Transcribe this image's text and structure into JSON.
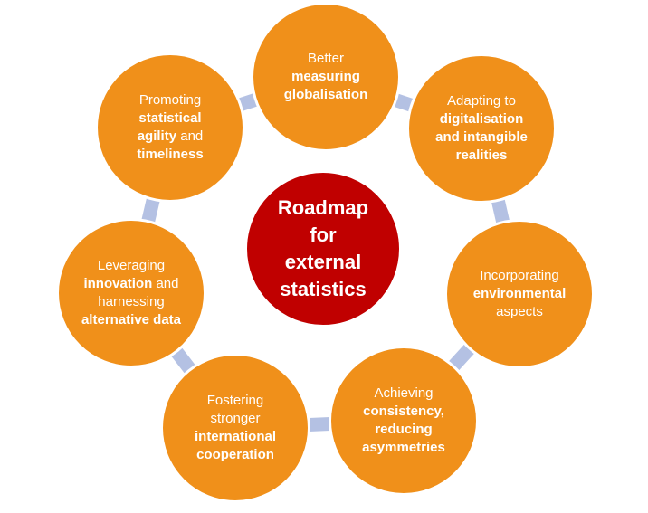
{
  "colors": {
    "node_fill": "#f0901a",
    "center_fill": "#c00000",
    "connector": "#b4c1e3",
    "text": "#ffffff"
  },
  "center": {
    "lines": [
      "Roadmap",
      "for",
      "external",
      "statistics"
    ]
  },
  "nodes": [
    {
      "id": "measuring-globalisation",
      "parts": [
        {
          "t": "Better",
          "b": false,
          "br": true
        },
        {
          "t": "measuring",
          "b": true,
          "br": true
        },
        {
          "t": "globalisation",
          "b": true
        }
      ]
    },
    {
      "id": "digitalisation",
      "parts": [
        {
          "t": "Adapting to",
          "b": false,
          "br": true
        },
        {
          "t": "digitalisation",
          "b": true,
          "br": true
        },
        {
          "t": "and intangible",
          "b": true,
          "br": true
        },
        {
          "t": "realities",
          "b": true
        }
      ]
    },
    {
      "id": "environmental",
      "parts": [
        {
          "t": "Incorporating",
          "b": false,
          "br": true
        },
        {
          "t": "environmental",
          "b": true,
          "br": true
        },
        {
          "t": "aspects",
          "b": false
        }
      ]
    },
    {
      "id": "consistency",
      "parts": [
        {
          "t": "Achieving",
          "b": false,
          "br": true
        },
        {
          "t": "consistency,",
          "b": true,
          "br": true
        },
        {
          "t": "reducing",
          "b": true,
          "br": true
        },
        {
          "t": "asymmetries",
          "b": true
        }
      ]
    },
    {
      "id": "international-cooperation",
      "parts": [
        {
          "t": "Fostering",
          "b": false,
          "br": true
        },
        {
          "t": "stronger",
          "b": false,
          "br": true
        },
        {
          "t": "international",
          "b": true,
          "br": true
        },
        {
          "t": "cooperation",
          "b": true
        }
      ]
    },
    {
      "id": "innovation",
      "parts": [
        {
          "t": "Leveraging",
          "b": false,
          "br": true
        },
        {
          "t": "innovation",
          "b": true
        },
        {
          "t": " and",
          "b": false,
          "br": true
        },
        {
          "t": "harnessing",
          "b": false,
          "br": true
        },
        {
          "t": "alternative data",
          "b": true
        }
      ]
    },
    {
      "id": "agility",
      "parts": [
        {
          "t": "Promoting",
          "b": false,
          "br": true
        },
        {
          "t": "statistical",
          "b": true,
          "br": true
        },
        {
          "t": "agility",
          "b": true
        },
        {
          "t": " and",
          "b": false,
          "br": true
        },
        {
          "t": "timeliness",
          "b": true
        }
      ]
    }
  ]
}
